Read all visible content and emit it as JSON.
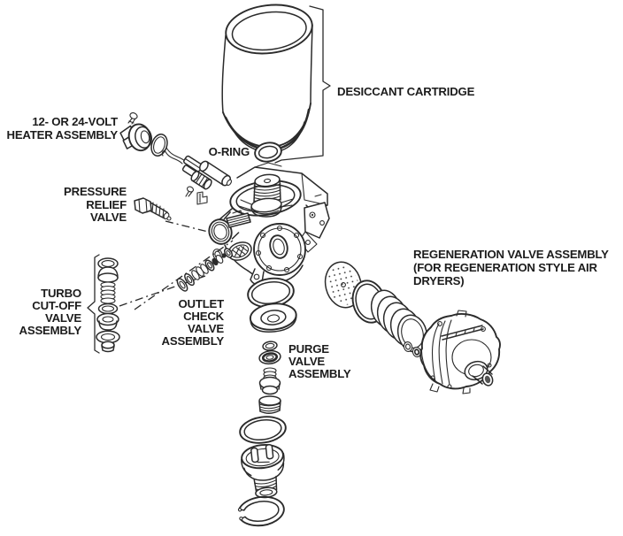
{
  "diagram": {
    "title": "Air dryer exploded parts diagram",
    "colors": {
      "background": "#ffffff",
      "line": "#2b2b2b",
      "text": "#1c1c1c"
    },
    "labels": {
      "desiccant_cartridge": {
        "text": "DESICCANT CARTRIDGE"
      },
      "o_ring": {
        "text": "O-RING"
      },
      "heater": {
        "lines": [
          "12- OR 24-VOLT",
          "HEATER ASSEMBLY"
        ]
      },
      "pressure_relief": {
        "lines": [
          "PRESSURE",
          "RELIEF",
          "VALVE"
        ]
      },
      "turbo_cutoff": {
        "lines": [
          "TURBO",
          "CUT-OFF",
          "VALVE",
          "ASSEMBLY"
        ]
      },
      "outlet_check": {
        "lines": [
          "OUTLET",
          "CHECK",
          "VALVE",
          "ASSEMBLY"
        ]
      },
      "purge_valve": {
        "lines": [
          "PURGE",
          "VALVE",
          "ASSEMBLY"
        ]
      },
      "regeneration": {
        "lines": [
          "REGENERATION VALVE ASSEMBLY",
          "(FOR REGENERATION STYLE AIR",
          "DRYERS)"
        ]
      }
    },
    "parts": [
      "desiccant-cartridge",
      "o-ring",
      "heater-assembly",
      "pressure-relief-valve",
      "main-body",
      "turbo-cutoff-valve-assembly",
      "outlet-check-valve-assembly",
      "purge-valve-assembly",
      "regeneration-valve-assembly",
      "snap-ring"
    ]
  }
}
